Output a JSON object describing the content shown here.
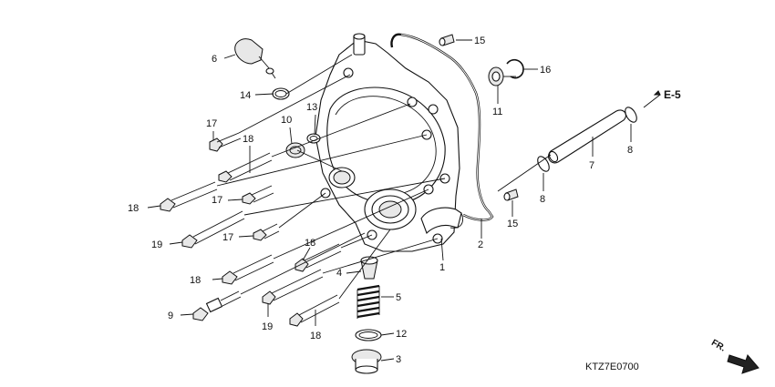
{
  "diagram": {
    "code": "KTZ7E0700",
    "reference": "E-5",
    "direction": "FR.",
    "callouts": [
      {
        "id": "c6",
        "text": "6"
      },
      {
        "id": "c14",
        "text": "14"
      },
      {
        "id": "c17a",
        "text": "17"
      },
      {
        "id": "c10",
        "text": "10"
      },
      {
        "id": "c13",
        "text": "13"
      },
      {
        "id": "c18a",
        "text": "18"
      },
      {
        "id": "c18b",
        "text": "18"
      },
      {
        "id": "c17b",
        "text": "17"
      },
      {
        "id": "c19a",
        "text": "19"
      },
      {
        "id": "c17c",
        "text": "17"
      },
      {
        "id": "c18c",
        "text": "18"
      },
      {
        "id": "c18d",
        "text": "18"
      },
      {
        "id": "c4",
        "text": "4"
      },
      {
        "id": "c9",
        "text": "9"
      },
      {
        "id": "c19b",
        "text": "19"
      },
      {
        "id": "c18e",
        "text": "18"
      },
      {
        "id": "c5",
        "text": "5"
      },
      {
        "id": "c12",
        "text": "12"
      },
      {
        "id": "c3",
        "text": "3"
      },
      {
        "id": "c1",
        "text": "1"
      },
      {
        "id": "c2",
        "text": "2"
      },
      {
        "id": "c15a",
        "text": "15"
      },
      {
        "id": "c16",
        "text": "16"
      },
      {
        "id": "c11",
        "text": "11"
      },
      {
        "id": "c15b",
        "text": "15"
      },
      {
        "id": "c8a",
        "text": "8"
      },
      {
        "id": "c7",
        "text": "7"
      },
      {
        "id": "c8b",
        "text": "8"
      }
    ]
  }
}
